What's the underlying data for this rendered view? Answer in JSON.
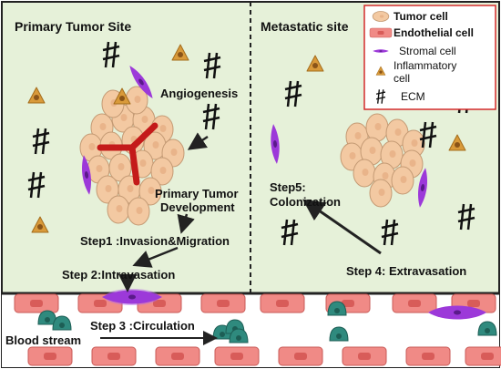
{
  "regions": {
    "primary_title": "Primary Tumor Site",
    "metastatic_title": "Metastatic site"
  },
  "labels": {
    "angiogenesis": "Angiogenesis",
    "primary_dev_line1": "Primary Tumor",
    "primary_dev_line2": "Development",
    "step1": "Step1 :Invasion&Migration",
    "step2": "Step 2:Intravasation",
    "step3": "Step 3 :Circulation",
    "step4": "Step 4: Extravasation",
    "step5_line1": "Step5:",
    "step5_line2": "Colonization",
    "blood_stream": "Blood stream"
  },
  "legend": {
    "tumor_cell": "Tumor cell",
    "endothelial_cell": "Endothelial cell",
    "stromal_cell": "Stromal cell",
    "inflammatory_line1": "Inflammatory",
    "inflammatory_line2": "cell",
    "ecm": "ECM"
  },
  "colors": {
    "background": "#e6f1d9",
    "tumor_cell": "#f3c9a2",
    "tumor_outline": "#c49a74",
    "endothelial": "#f08a86",
    "endothelial_outline": "#c95a57",
    "stromal": "#9c39d9",
    "inflammatory": "#d99a3a",
    "blood_cell": "#2f8a7e",
    "vessel": "#c41a1a",
    "legend_border": "#d42a2a"
  }
}
